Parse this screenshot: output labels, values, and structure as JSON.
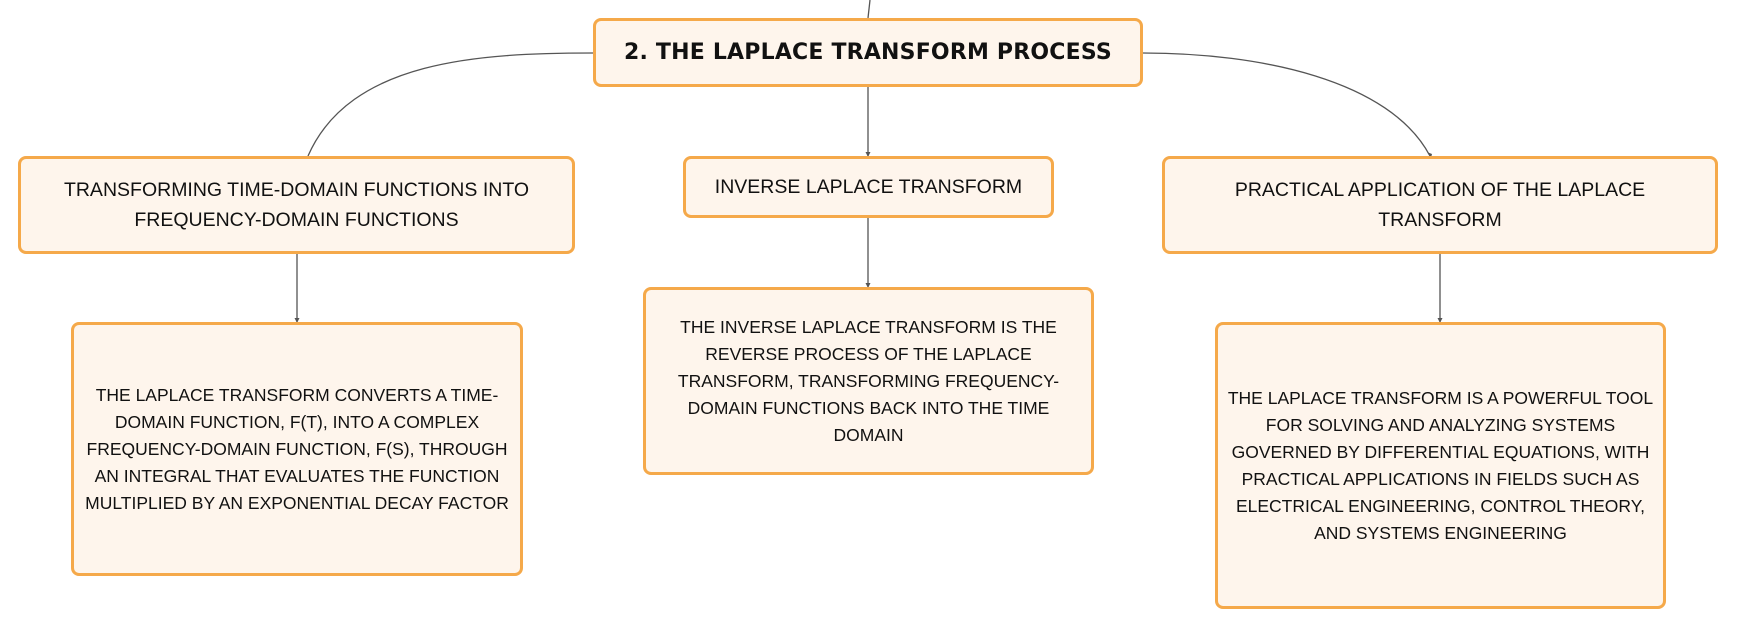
{
  "root": {
    "title": "2. THE LAPLACE TRANSFORM PROCESS"
  },
  "branches": [
    {
      "title": "TRANSFORMING TIME-DOMAIN FUNCTIONS INTO FREQUENCY-DOMAIN FUNCTIONS",
      "detail": "THE LAPLACE TRANSFORM CONVERTS A TIME-DOMAIN FUNCTION, F(T), INTO A COMPLEX FREQUENCY-DOMAIN FUNCTION, F(S), THROUGH AN INTEGRAL THAT EVALUATES THE FUNCTION MULTIPLIED BY AN EXPONENTIAL DECAY FACTOR"
    },
    {
      "title": "INVERSE LAPLACE TRANSFORM",
      "detail": "THE INVERSE LAPLACE TRANSFORM IS THE REVERSE PROCESS OF THE LAPLACE TRANSFORM, TRANSFORMING FREQUENCY-DOMAIN FUNCTIONS BACK INTO THE TIME DOMAIN"
    },
    {
      "title": "PRACTICAL APPLICATION OF THE LAPLACE TRANSFORM",
      "detail": "THE LAPLACE TRANSFORM IS A POWERFUL TOOL FOR SOLVING AND ANALYZING SYSTEMS GOVERNED BY DIFFERENTIAL EQUATIONS, WITH PRACTICAL APPLICATIONS IN FIELDS SUCH AS ELECTRICAL ENGINEERING, CONTROL THEORY, AND SYSTEMS ENGINEERING"
    }
  ],
  "colors": {
    "node_fill": "#fef5ec",
    "node_border": "#f5a94a",
    "connector": "#555555",
    "text": "#111111"
  }
}
